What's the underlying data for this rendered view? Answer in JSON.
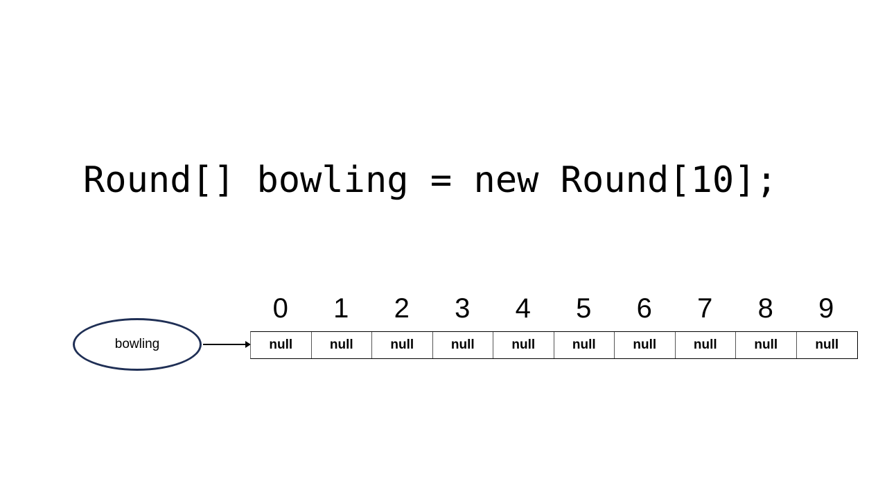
{
  "code_line": "Round[] bowling = new Round[10];",
  "variable_label": "bowling",
  "array": {
    "indices": [
      "0",
      "1",
      "2",
      "3",
      "4",
      "5",
      "6",
      "7",
      "8",
      "9"
    ],
    "values": [
      "null",
      "null",
      "null",
      "null",
      "null",
      "null",
      "null",
      "null",
      "null",
      "null"
    ]
  },
  "colors": {
    "ellipse_border": "#1f2f55"
  }
}
